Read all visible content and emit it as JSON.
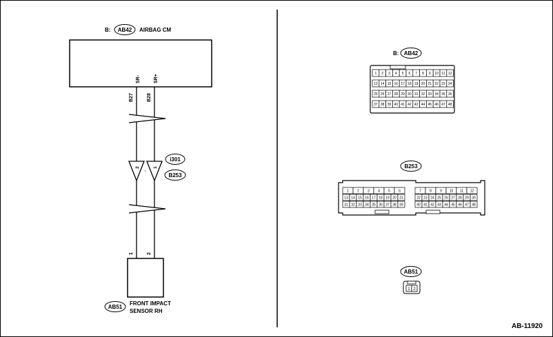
{
  "left": {
    "airbag_cm": {
      "prefix": "B:",
      "code": "AB42",
      "name": "AIRBAG CM"
    },
    "wires": [
      {
        "pin": "SR-",
        "wire": "B27",
        "sensor_pin": "1"
      },
      {
        "pin": "SR+",
        "wire": "B28",
        "sensor_pin": "2"
      }
    ],
    "junction": {
      "code_top": "i301",
      "code_bottom": "B253",
      "pins": [
        "2",
        "1"
      ]
    },
    "sensor": {
      "code": "AB51",
      "name_line1": "FRONT IMPACT",
      "name_line2": "SENSOR RH"
    }
  },
  "right": {
    "ab42": {
      "label_prefix": "B:",
      "code": "AB42",
      "rows": [
        [
          "1",
          "2",
          "3",
          "4",
          "5",
          "6",
          "7",
          "8",
          "9",
          "10",
          "11",
          "12"
        ],
        [
          "13",
          "14",
          "15",
          "16",
          "17",
          "18",
          "19",
          "20",
          "21",
          "22",
          "23",
          "24"
        ],
        [
          "25",
          "26",
          "27",
          "28",
          "29",
          "30",
          "31",
          "32",
          "33",
          "34",
          "35",
          "36"
        ],
        [
          "37",
          "38",
          "39",
          "40",
          "41",
          "42",
          "43",
          "44",
          "45",
          "46",
          "47",
          "48"
        ]
      ]
    },
    "b253": {
      "code": "B253",
      "left_block": [
        [
          "1",
          "2",
          "3",
          "4",
          "5",
          "6"
        ],
        [
          "13",
          "14",
          "15",
          "16",
          "17",
          "18",
          "19",
          "20",
          "21"
        ],
        [
          "31",
          "32",
          "33",
          "34",
          "35",
          "36",
          "37",
          "38",
          "39"
        ]
      ],
      "right_block": [
        [
          "7",
          "8",
          "9",
          "10",
          "11",
          "12"
        ],
        [
          "22",
          "23",
          "24",
          "25",
          "26",
          "27",
          "28",
          "29",
          "30"
        ],
        [
          "40",
          "41",
          "42",
          "43",
          "44",
          "45",
          "46",
          "47",
          "48"
        ]
      ]
    },
    "ab51": {
      "code": "AB51",
      "pins": [
        "1",
        "2"
      ]
    }
  },
  "reference": "AB-11920"
}
